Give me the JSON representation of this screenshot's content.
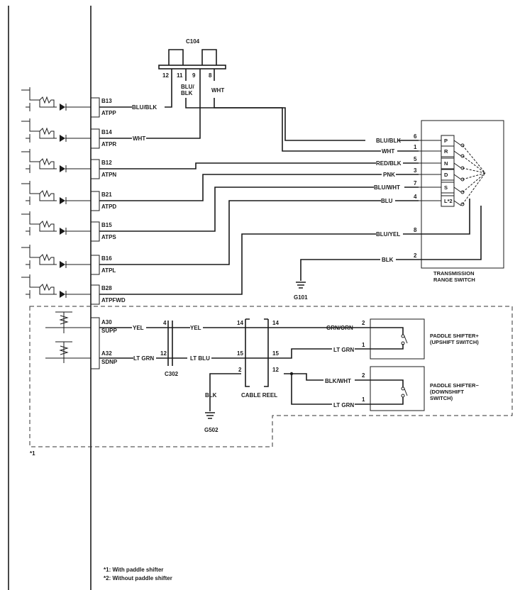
{
  "connector_c104": {
    "name": "C104",
    "pins": [
      "12",
      "11",
      "9",
      "8"
    ],
    "wire_blu_blk": "BLU/\nBLK",
    "wire_wht": "WHT"
  },
  "ecm_pins": [
    {
      "pin": "B13",
      "signal": "ATPP",
      "wire": "BLU/BLK"
    },
    {
      "pin": "B14",
      "signal": "ATPR",
      "wire": "WHT"
    },
    {
      "pin": "B12",
      "signal": "ATPN",
      "wire": ""
    },
    {
      "pin": "B21",
      "signal": "ATPD",
      "wire": ""
    },
    {
      "pin": "B15",
      "signal": "ATPS",
      "wire": ""
    },
    {
      "pin": "B16",
      "signal": "ATPL",
      "wire": ""
    },
    {
      "pin": "B28",
      "signal": "ATPFWD",
      "wire": ""
    }
  ],
  "range_switch": {
    "name": "TRANSMISSION\nRANGE SWITCH",
    "wires": [
      {
        "wire": "BLU/BLK",
        "pin": "6"
      },
      {
        "wire": "WHT",
        "pin": "1"
      },
      {
        "wire": "RED/BLK",
        "pin": "5"
      },
      {
        "wire": "PNK",
        "pin": "3"
      },
      {
        "wire": "BLU/WHT",
        "pin": "7"
      },
      {
        "wire": "BLU",
        "pin": "4"
      },
      {
        "wire": "BLU/YEL",
        "pin": "8"
      },
      {
        "wire": "BLK",
        "pin": "2"
      }
    ],
    "positions": [
      "P",
      "R",
      "N",
      "D",
      "S",
      "L*2"
    ]
  },
  "ground_g101": "G101",
  "paddle": {
    "pins": [
      {
        "pin": "A30",
        "signal": "SUPP",
        "wire": "YEL"
      },
      {
        "pin": "A32",
        "signal": "SDNP",
        "wire": "LT GRN"
      }
    ],
    "c302": {
      "name": "C302",
      "pin_top": "4",
      "pin_bottom": "12"
    },
    "after_c302": [
      "YEL",
      "LT BLU"
    ],
    "cable_reel": {
      "name": "CABLE REEL",
      "left_pins": [
        "14",
        "15",
        "2"
      ],
      "right_pins": [
        "14",
        "15",
        "12"
      ]
    },
    "blk_wire": "BLK",
    "ground_g502": "G502",
    "upshift": {
      "name": "PADDLE SHIFTER+\n(UPSHIFT SWITCH)",
      "wires": [
        {
          "wire": "GRN/ORN",
          "pin": "2"
        },
        {
          "wire": "LT GRN",
          "pin": "1"
        }
      ]
    },
    "downshift": {
      "name": "PADDLE SHIFTER−\n(DOWNSHIFT\nSWITCH)",
      "wires": [
        {
          "wire": "BLK/WHT",
          "pin": "2"
        },
        {
          "wire": "LT GRN",
          "pin": "1"
        }
      ]
    },
    "marker": "*1"
  },
  "footnotes": [
    "*1: With paddle shifter",
    "*2: Without paddle shifter"
  ]
}
